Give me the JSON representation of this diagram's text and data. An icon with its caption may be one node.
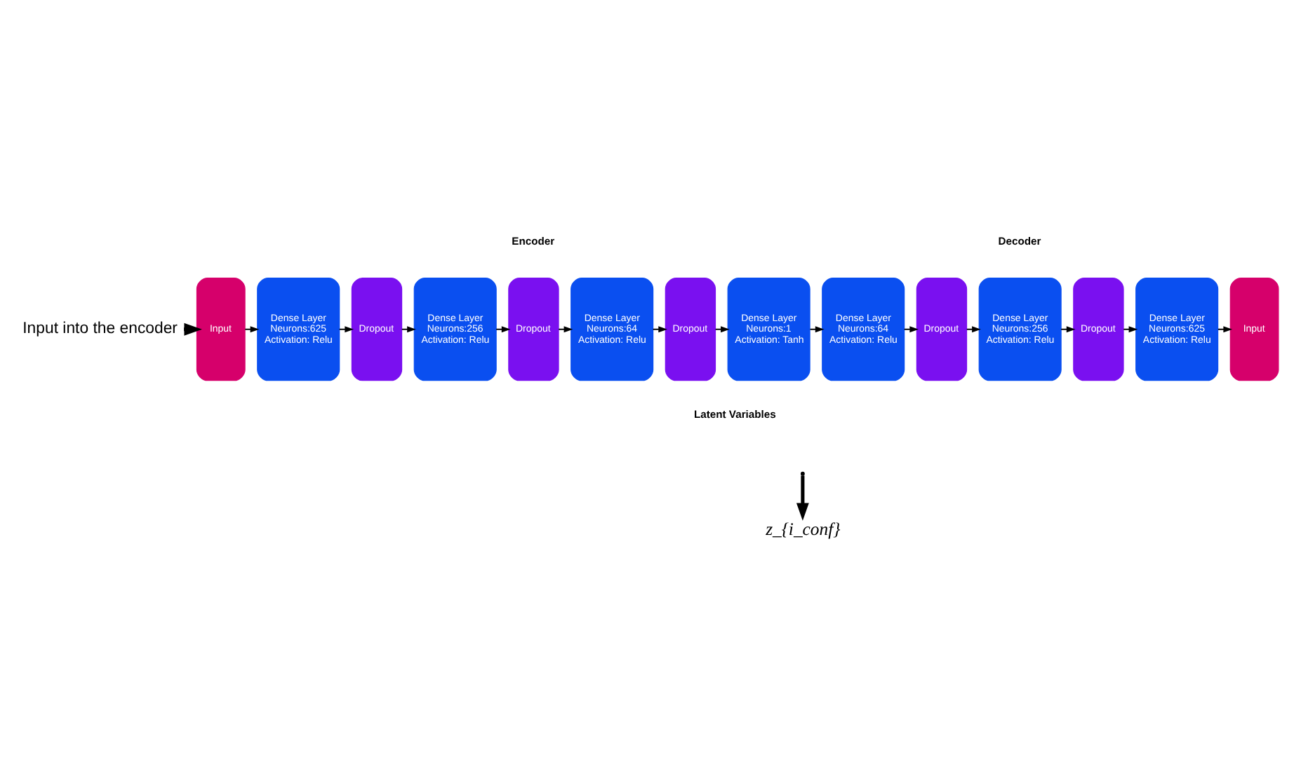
{
  "diagram": {
    "nodes": [
      {
        "text": [
          "Input into the encoder"
        ]
      },
      {
        "text": [
          "Input"
        ]
      },
      {
        "text": [
          "Dense Layer Neurons:625 Activation: Relu"
        ]
      },
      {
        "text": [
          "Dropout"
        ]
      },
      {
        "text": [
          "Dense Layer Neurons:256 Activation: Relu"
        ]
      },
      {
        "text": [
          "Dropout"
        ]
      },
      {
        "text": [
          "Dense Layer Neurons:64 Activation: Relu"
        ]
      },
      {
        "text": [
          "Dropout"
        ]
      },
      {
        "text": [
          "Dense Layer Neurons:1 Activation: Tanh"
        ]
      },
      {
        "text": [
          "Dense Layer Neurons:64 Activation: Relu"
        ]
      },
      {
        "text": [
          "Dropout"
        ]
      },
      {
        "text": [
          "Dense Layer Neurons:256 Activation: Relu"
        ]
      },
      {
        "text": [
          "Dropout"
        ]
      },
      {
        "text": [
          "Dense Layer Neurons:625 Activation: Relu"
        ]
      },
      {
        "text": [
          "Input"
        ]
      },
      {
        "text": [
          "z_{i_conf}"
        ]
      }
    ],
    "edges": [
      {
        "from": 0,
        "to": 1,
        "arrow": "to",
        "style": "thick"
      },
      {
        "from": 1,
        "to": 2,
        "arrow": "to"
      },
      {
        "from": 2,
        "to": 3,
        "arrow": "to"
      },
      {
        "from": 3,
        "to": 4,
        "arrow": "to"
      },
      {
        "from": 4,
        "to": 5,
        "arrow": "to"
      },
      {
        "from": 5,
        "to": 6,
        "arrow": "to"
      },
      {
        "from": 6,
        "to": 7,
        "arrow": "to"
      },
      {
        "from": 7,
        "to": 8,
        "arrow": "to"
      },
      {
        "from": 8,
        "to": 9,
        "arrow": "to"
      },
      {
        "from": 9,
        "to": 10,
        "arrow": "to"
      },
      {
        "from": 10,
        "to": 11,
        "arrow": "to"
      },
      {
        "from": 11,
        "to": 12,
        "arrow": "to"
      },
      {
        "from": 12,
        "to": 13,
        "arrow": "to"
      },
      {
        "from": 13,
        "to": 14,
        "arrow": "to"
      },
      {
        "from": null,
        "to": 15,
        "arrow": "to",
        "style": "thick"
      }
    ],
    "labels": [
      "Encoder",
      "Decoder",
      "Latent Variables"
    ]
  }
}
